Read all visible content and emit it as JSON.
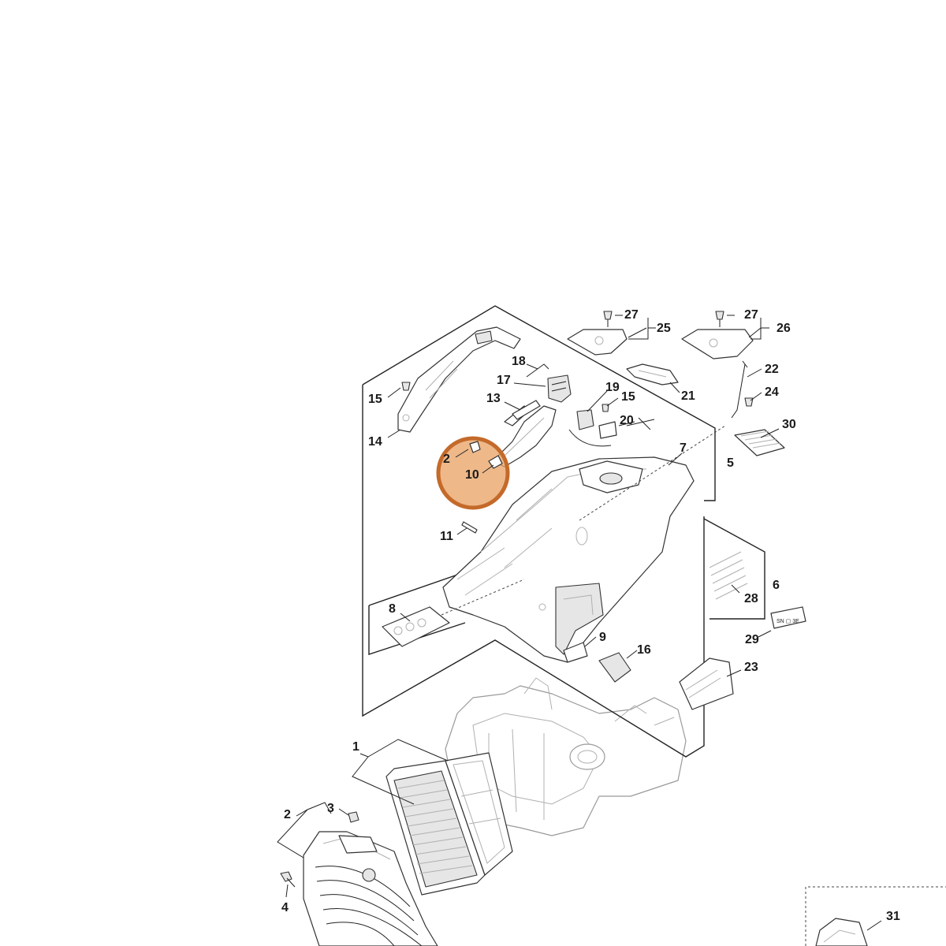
{
  "callouts": {
    "c1": "1",
    "c2a": "2",
    "c2b": "2",
    "c3": "3",
    "c4": "4",
    "c5": "5",
    "c6": "6",
    "c7": "7",
    "c8": "8",
    "c9": "9",
    "c10": "10",
    "c11": "11",
    "c13": "13",
    "c14": "14",
    "c15a": "15",
    "c15b": "15",
    "c16": "16",
    "c17": "17",
    "c18": "18",
    "c19": "19",
    "c20": "20",
    "c21": "21",
    "c22": "22",
    "c23": "23",
    "c24": "24",
    "c25": "25",
    "c26": "26",
    "c27a": "27",
    "c27b": "27",
    "c28": "28",
    "c29": "29",
    "c30": "30",
    "c31": "31"
  },
  "highlight": {
    "part": "10",
    "color": "#e8a062",
    "ring_color": "#c46a2a"
  },
  "colors": {
    "lines": "#222222",
    "background": "#ffffff"
  }
}
